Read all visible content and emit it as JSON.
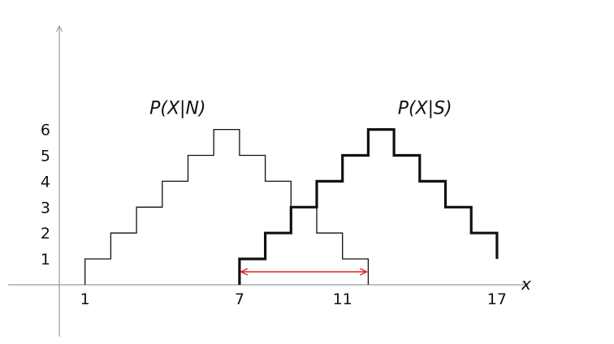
{
  "chart_data": {
    "type": "line",
    "step": true,
    "xlabel": "x",
    "x_ticks": [
      1,
      7,
      11,
      17
    ],
    "y_ticks": [
      1,
      2,
      3,
      4,
      5,
      6
    ],
    "xlim": [
      -1,
      18.2
    ],
    "ylim": [
      -2,
      10
    ],
    "grid": false,
    "series": [
      {
        "name": "P(X|N)",
        "x": [
          1,
          2,
          3,
          4,
          5,
          6,
          7,
          8,
          9,
          10,
          11,
          12
        ],
        "values": [
          1,
          2,
          3,
          4,
          5,
          6,
          5,
          4,
          3,
          2,
          1,
          0
        ],
        "bold": false
      },
      {
        "name": "P(X|S)",
        "x": [
          7,
          8,
          9,
          10,
          11,
          12,
          13,
          14,
          15,
          16,
          17
        ],
        "values": [
          1,
          2,
          3,
          4,
          5,
          6,
          5,
          4,
          3,
          2,
          1
        ],
        "bold": true
      }
    ],
    "annotations": [
      {
        "type": "double-arrow",
        "from_x": 7,
        "to_x": 12,
        "y": 0.5,
        "color": "#e0201b"
      }
    ],
    "colors": {
      "axis": "#9a9a9a",
      "series": "#111111",
      "arrow": "#e0201b"
    }
  }
}
